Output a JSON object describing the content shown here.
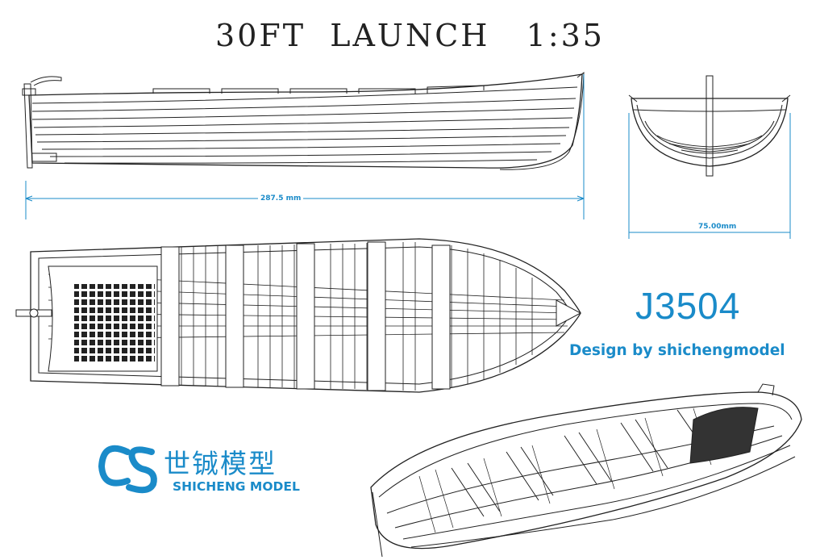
{
  "title": "30FT  LAUNCH   1:35",
  "dimensions": {
    "length_label": "287.5 mm",
    "beam_label": "75.00mm"
  },
  "model_code": "J3504",
  "designer": "Design by shichengmodel",
  "brand": {
    "logo": "CS",
    "name_cn": "世铖模型",
    "name_en": "SHICHENG MODEL"
  },
  "colors": {
    "accent": "#1a8bc9",
    "line": "#222222"
  }
}
